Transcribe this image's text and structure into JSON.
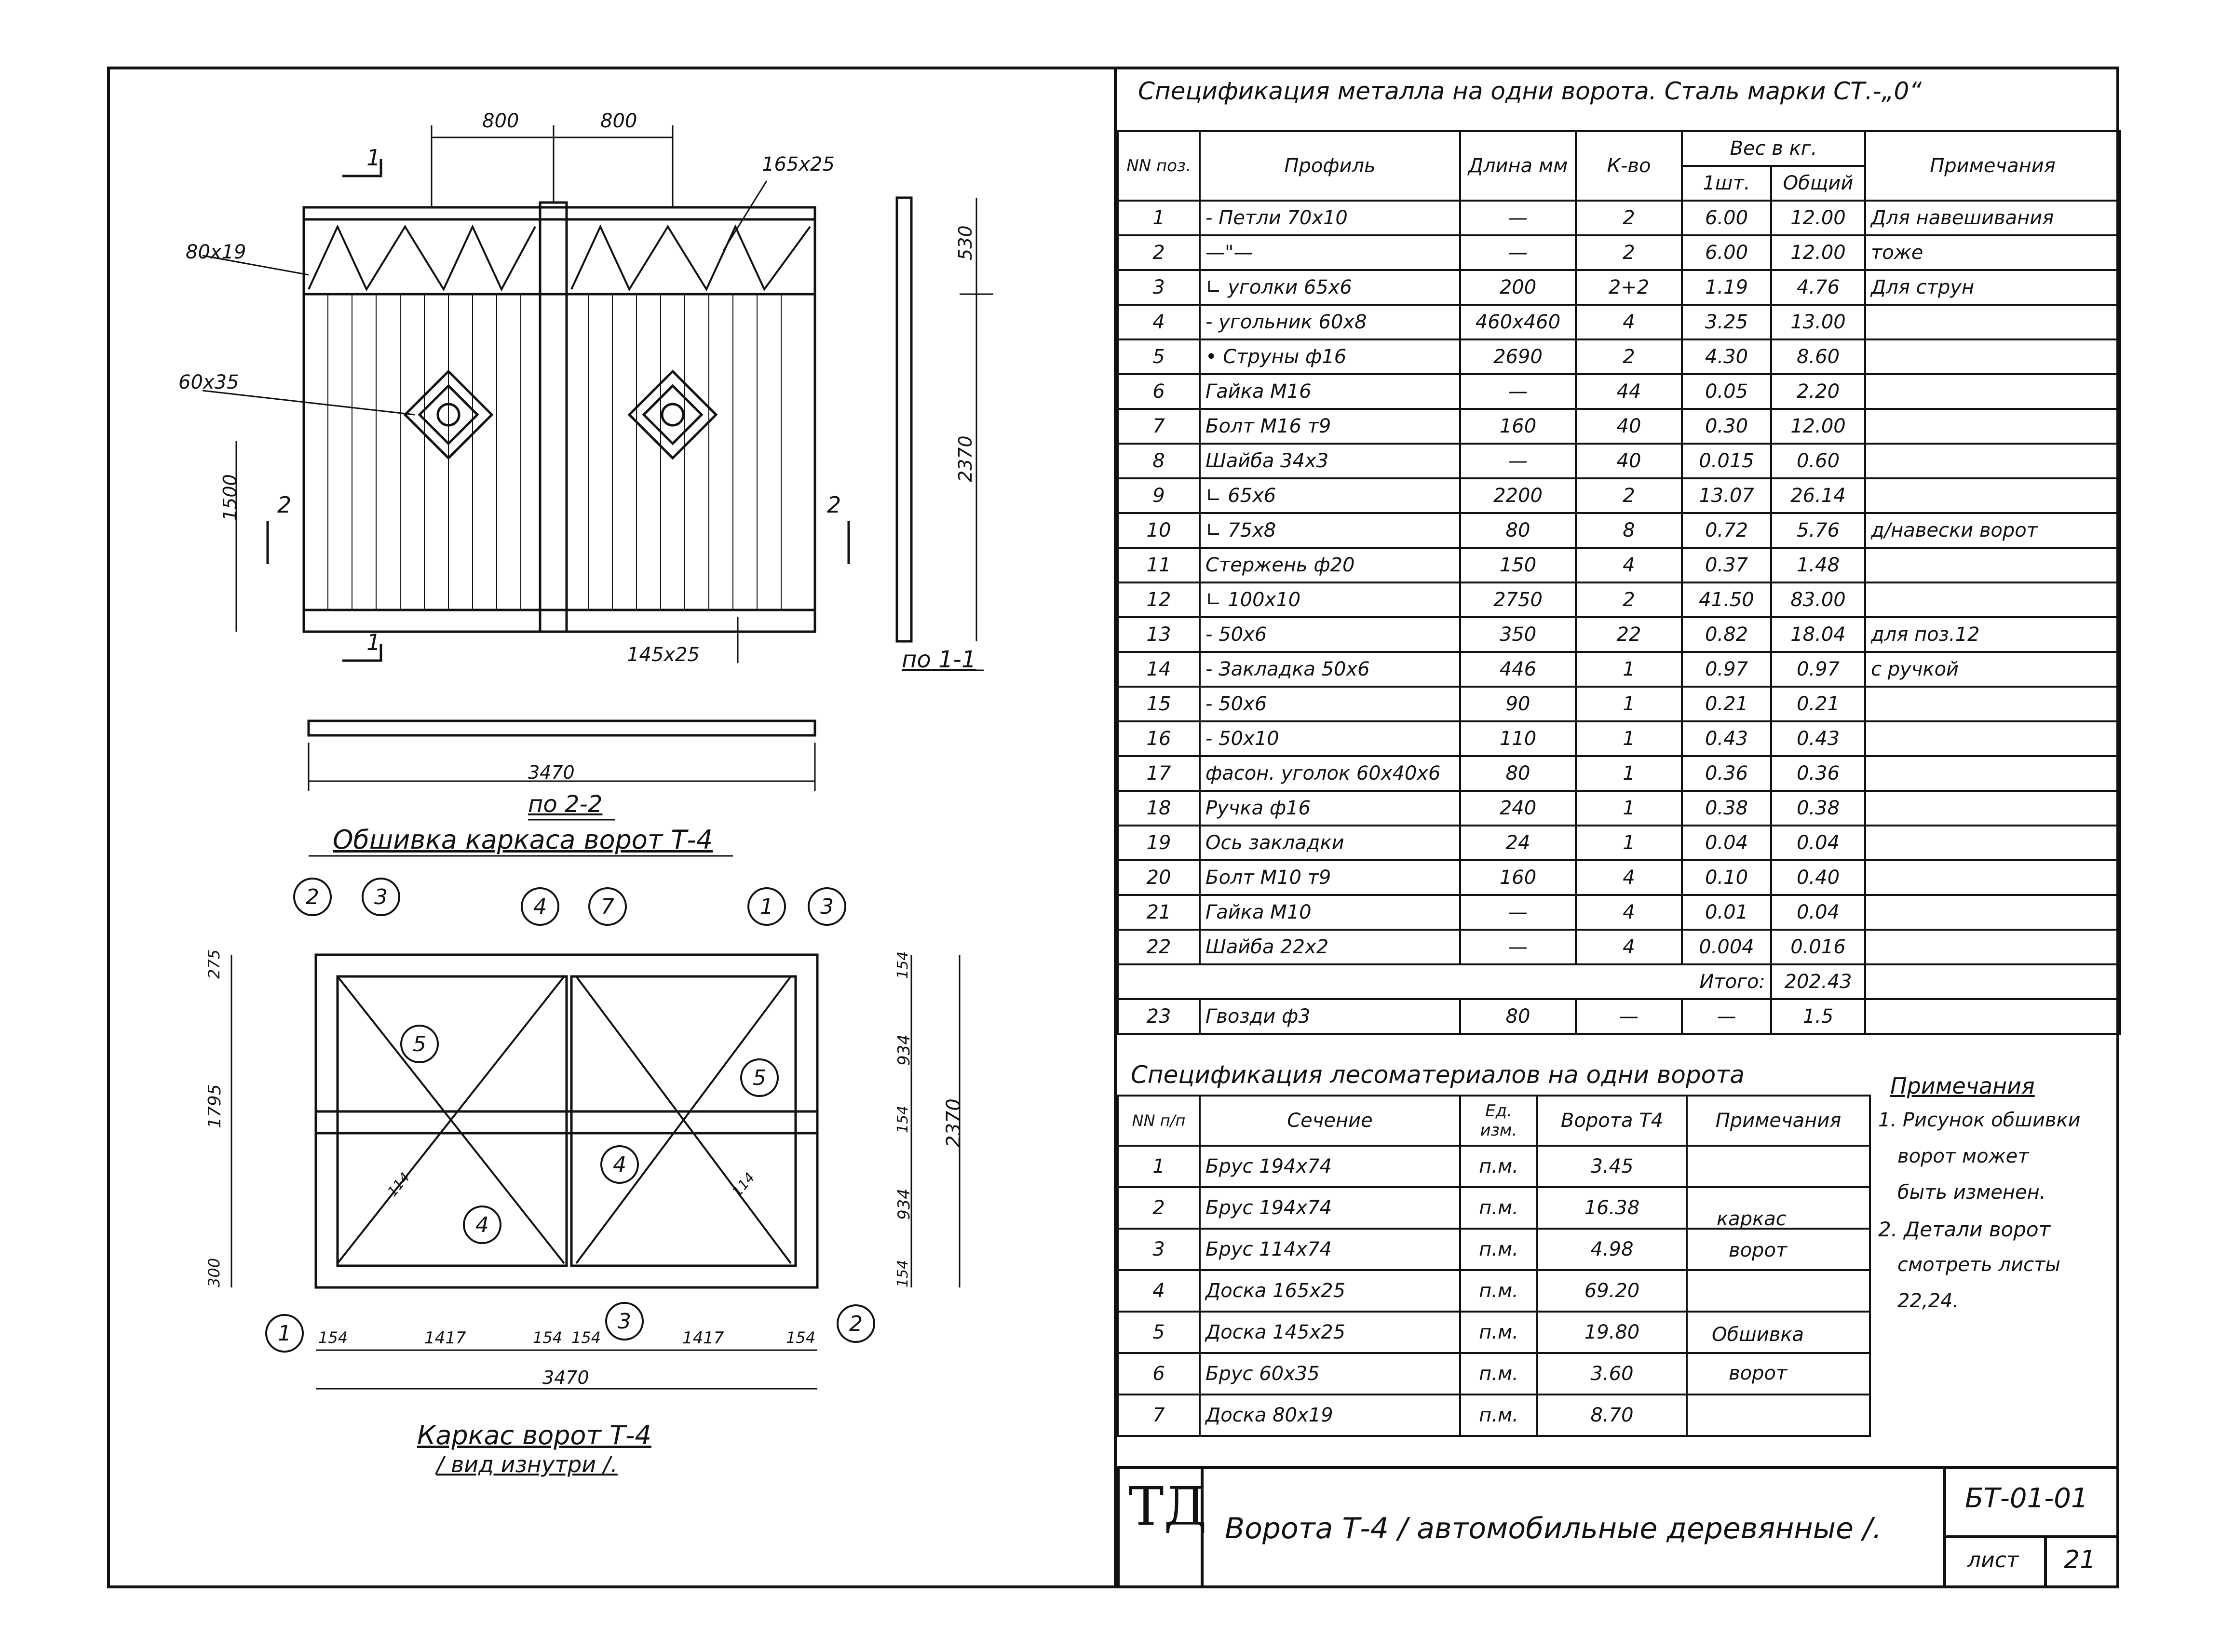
{
  "left": {
    "dims_top": [
      "800",
      "800"
    ],
    "label_165x25": "165x25",
    "label_80x19": "80x19",
    "label_60x35": "60x35",
    "label_145x25": "145x25",
    "dim_1500": "1500",
    "dim_530": "530",
    "dim_2370_side": "2370",
    "section_mark_1": "1",
    "section_mark_2": "2",
    "section_1_1": "по 1-1",
    "dim_3470_top": "3470",
    "section_2_2": "по 2-2",
    "title_cladding": "Обшивка каркаса ворот Т-4",
    "frame_callouts": [
      "2",
      "3",
      "4",
      "7",
      "1",
      "3",
      "5",
      "5",
      "4",
      "4",
      "1",
      "3",
      "2"
    ],
    "frame_dims_left": [
      "275",
      "1795",
      "300"
    ],
    "frame_dims_right": [
      "154",
      "934",
      "154",
      "934",
      "154"
    ],
    "frame_dim_2370": "2370",
    "frame_diag_dims": [
      "114",
      "114"
    ],
    "frame_bottom_dims": [
      "154",
      "1417",
      "154",
      "154",
      "1417",
      "154"
    ],
    "frame_dim_3470": "3470",
    "frame_title": "Каркас ворот Т-4",
    "frame_subtitle": "/ вид изнутри /."
  },
  "metal": {
    "title": "Спецификация металла на одни ворота. Сталь марки СТ.-„0“",
    "headers": {
      "num": "NN поз.",
      "profile": "Профиль",
      "length": "Длина мм",
      "qty": "К-во",
      "weight": "Вес в кг.",
      "w_unit": "1шт.",
      "w_total": "Общий",
      "note": "Примечания"
    },
    "rows": [
      [
        "1",
        "- Петли 70x10",
        "—",
        "2",
        "6.00",
        "12.00",
        "Для навешивания"
      ],
      [
        "2",
        "—\"—",
        "—",
        "2",
        "6.00",
        "12.00",
        "тоже"
      ],
      [
        "3",
        "∟ уголки 65x6",
        "200",
        "2+2",
        "1.19",
        "4.76",
        "Для струн"
      ],
      [
        "4",
        "- угольник 60x8",
        "460x460",
        "4",
        "3.25",
        "13.00",
        ""
      ],
      [
        "5",
        "• Струны ф16",
        "2690",
        "2",
        "4.30",
        "8.60",
        ""
      ],
      [
        "6",
        "Гайка М16",
        "—",
        "44",
        "0.05",
        "2.20",
        ""
      ],
      [
        "7",
        "Болт М16 т9",
        "160",
        "40",
        "0.30",
        "12.00",
        ""
      ],
      [
        "8",
        "Шайба 34x3",
        "—",
        "40",
        "0.015",
        "0.60",
        ""
      ],
      [
        "9",
        "∟ 65x6",
        "2200",
        "2",
        "13.07",
        "26.14",
        ""
      ],
      [
        "10",
        "∟ 75x8",
        "80",
        "8",
        "0.72",
        "5.76",
        "д/навески ворот"
      ],
      [
        "11",
        "Стержень ф20",
        "150",
        "4",
        "0.37",
        "1.48",
        ""
      ],
      [
        "12",
        "∟ 100x10",
        "2750",
        "2",
        "41.50",
        "83.00",
        ""
      ],
      [
        "13",
        "- 50x6",
        "350",
        "22",
        "0.82",
        "18.04",
        "для поз.12"
      ],
      [
        "14",
        "- Закладка 50x6",
        "446",
        "1",
        "0.97",
        "0.97",
        "с ручкой"
      ],
      [
        "15",
        "- 50x6",
        "90",
        "1",
        "0.21",
        "0.21",
        ""
      ],
      [
        "16",
        "- 50x10",
        "110",
        "1",
        "0.43",
        "0.43",
        ""
      ],
      [
        "17",
        "фасон. уголок 60x40x6",
        "80",
        "1",
        "0.36",
        "0.36",
        ""
      ],
      [
        "18",
        "Ручка ф16",
        "240",
        "1",
        "0.38",
        "0.38",
        ""
      ],
      [
        "19",
        "Ось закладки",
        "24",
        "1",
        "0.04",
        "0.04",
        ""
      ],
      [
        "20",
        "Болт М10 т9",
        "160",
        "4",
        "0.10",
        "0.40",
        ""
      ],
      [
        "21",
        "Гайка М10",
        "—",
        "4",
        "0.01",
        "0.04",
        ""
      ],
      [
        "22",
        "Шайба 22x2",
        "—",
        "4",
        "0.004",
        "0.016",
        ""
      ]
    ],
    "total_label": "Итого:",
    "total_value": "202.43",
    "row23": [
      "23",
      "Гвозди ф3",
      "80",
      "—",
      "—",
      "1.5",
      ""
    ]
  },
  "timber": {
    "title": "Спецификация лесоматериалов на одни ворота",
    "headers": {
      "num": "NN п/п",
      "section": "Сечение",
      "unit": "Ед. изм.",
      "gate": "Ворота Т4",
      "note": "Примечания"
    },
    "rows": [
      [
        "1",
        "Брус 194x74",
        "п.м.",
        "3.45"
      ],
      [
        "2",
        "Брус 194x74",
        "п.м.",
        "16.38"
      ],
      [
        "3",
        "Брус 114x74",
        "п.м.",
        "4.98"
      ],
      [
        "4",
        "Доска 165x25",
        "п.м.",
        "69.20"
      ],
      [
        "5",
        "Доска 145x25",
        "п.м.",
        "19.80"
      ],
      [
        "6",
        "Брус 60x35",
        "п.м.",
        "3.60"
      ],
      [
        "7",
        "Доска 80x19",
        "п.м.",
        "8.70"
      ]
    ],
    "group_note_1": "каркас",
    "group_note_1b": "ворот",
    "group_note_2": "Обшивка",
    "group_note_2b": "ворот"
  },
  "notes": {
    "title": "Примечания",
    "lines": [
      "1. Рисунок обшивки",
      "ворот может",
      "быть изменен.",
      "2. Детали ворот",
      "смотреть листы",
      "22,24."
    ]
  },
  "stamp": {
    "logo": "ТД",
    "title": "Ворота Т-4 / автомобильные деревянные /.",
    "code": "БТ-01-01",
    "sheet_label": "лист",
    "sheet_number": "21"
  }
}
